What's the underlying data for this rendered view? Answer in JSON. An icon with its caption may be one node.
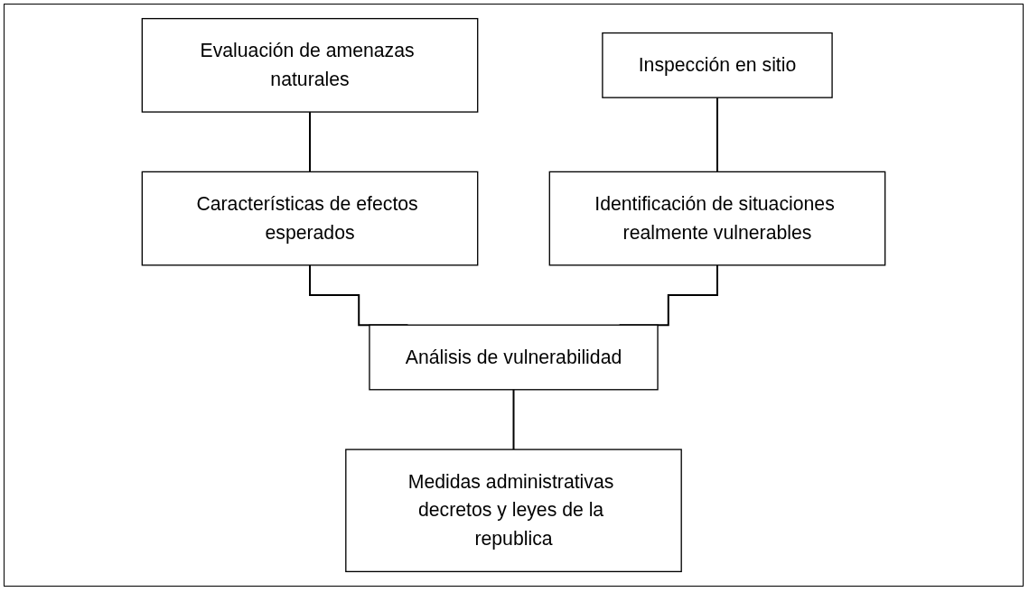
{
  "diagram": {
    "nodes": [
      {
        "text": [
          "Evaluación de amenazas naturales"
        ]
      },
      {
        "text": [
          "Características de efectos esperados"
        ]
      },
      {
        "text": [
          "Inspección en sitio"
        ]
      },
      {
        "text": [
          "Identificación de situaciones realmente vulnerables"
        ]
      },
      {
        "text": [
          "Análisis de vulnerabilidad"
        ]
      },
      {
        "text": [
          "Medidas administrativas decretos y leyes de la republica"
        ]
      }
    ],
    "edges": [
      {
        "from": 0,
        "to": 1,
        "arrow": "none"
      },
      {
        "from": 2,
        "to": 3,
        "arrow": "none"
      },
      {
        "from": 1,
        "to": 4,
        "arrow": "none"
      },
      {
        "from": 3,
        "to": 4,
        "arrow": "none"
      },
      {
        "from": 4,
        "to": 5,
        "arrow": "none"
      }
    ]
  }
}
